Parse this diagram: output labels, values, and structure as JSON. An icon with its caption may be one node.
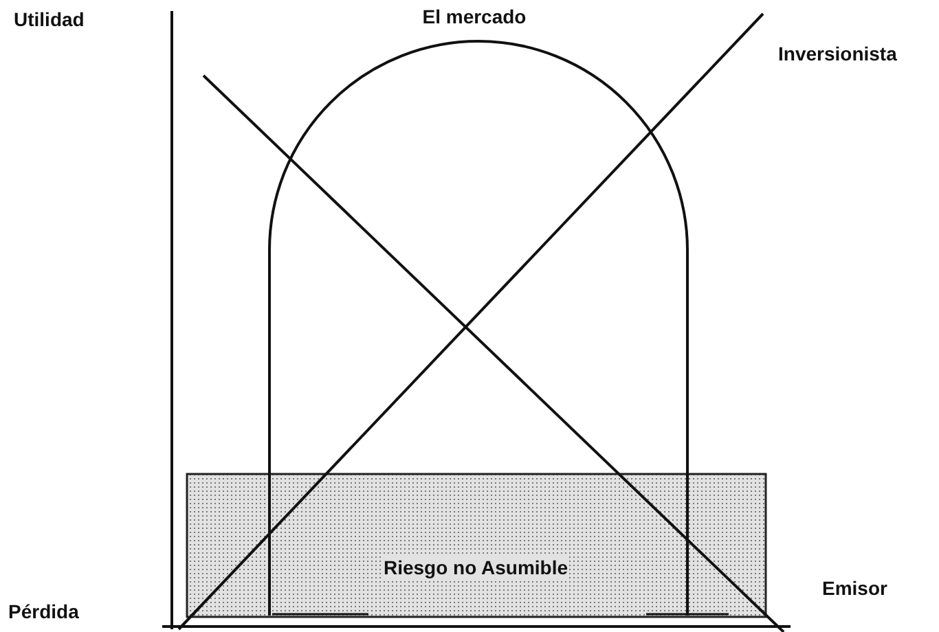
{
  "diagram": {
    "nodes": [
      {
        "text": [
          "El mercado"
        ]
      },
      {
        "text": [
          "Riesgo no Asumible"
        ]
      }
    ],
    "labels": [
      "Utilidad",
      "Inversionista",
      "Pérdida",
      "Emisor"
    ]
  }
}
